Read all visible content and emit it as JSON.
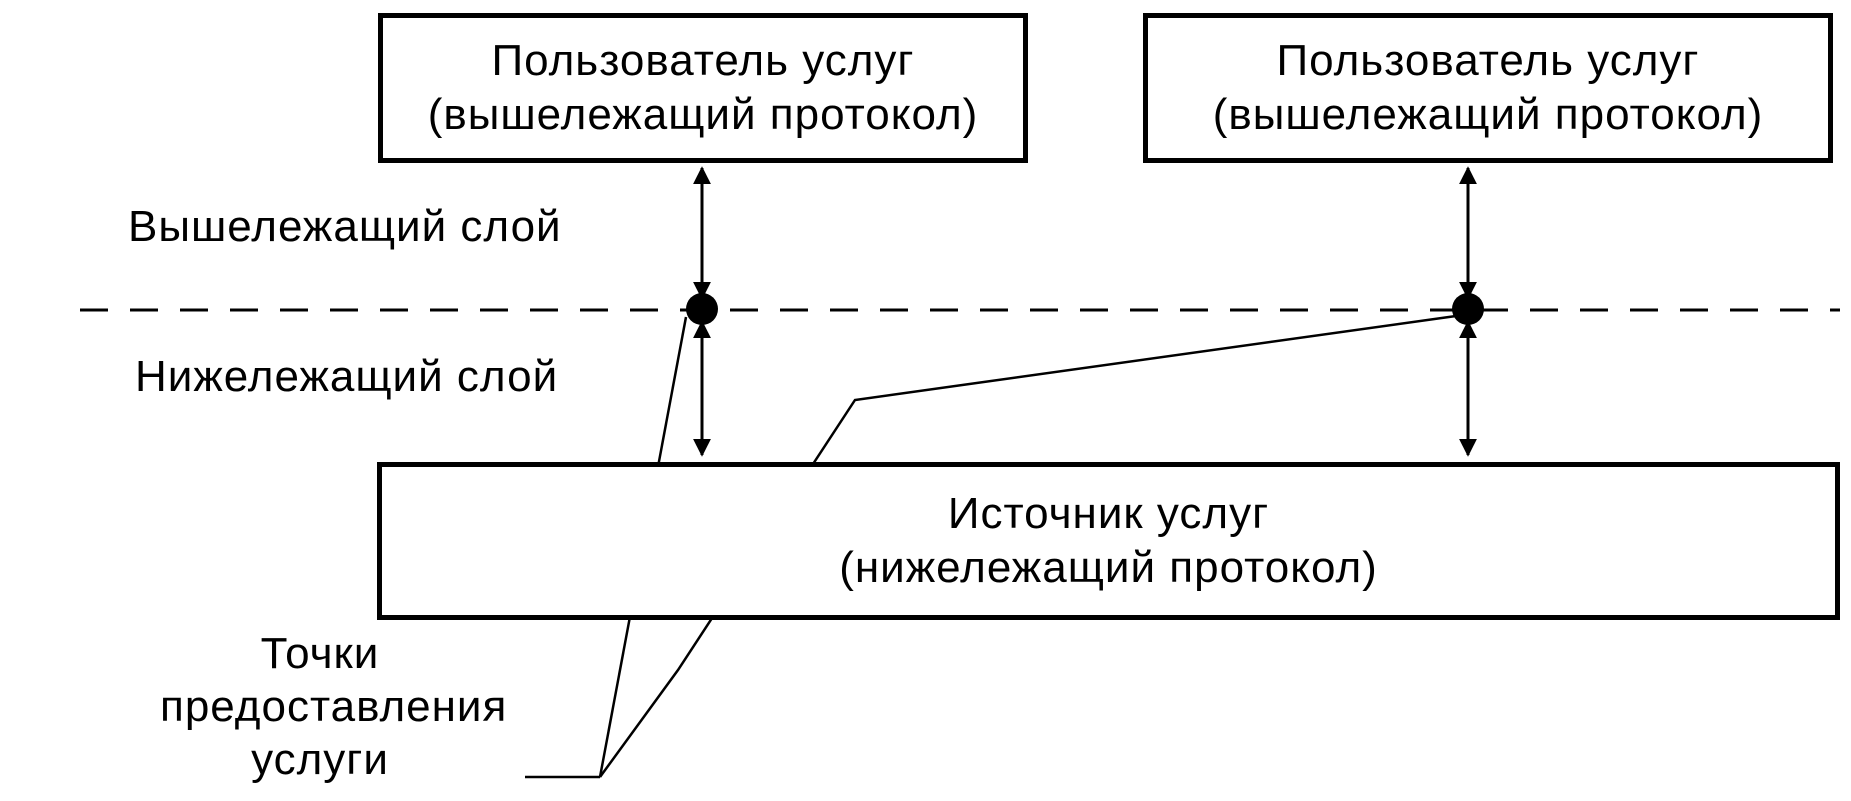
{
  "boxes": {
    "user_left": {
      "line1": "Пользователь услуг",
      "line2": "(вышележащий протокол)"
    },
    "user_right": {
      "line1": "Пользователь услуг",
      "line2": "(вышележащий протокол)"
    },
    "provider": {
      "line1": "Источник услуг",
      "line2": "(нижележащий протокол)"
    }
  },
  "layers": {
    "upper": "Вышележащий слой",
    "lower": "Нижележащий слой"
  },
  "service_access_points": {
    "line1": "Точки",
    "line2": "предоставления",
    "line3": "услуги"
  }
}
